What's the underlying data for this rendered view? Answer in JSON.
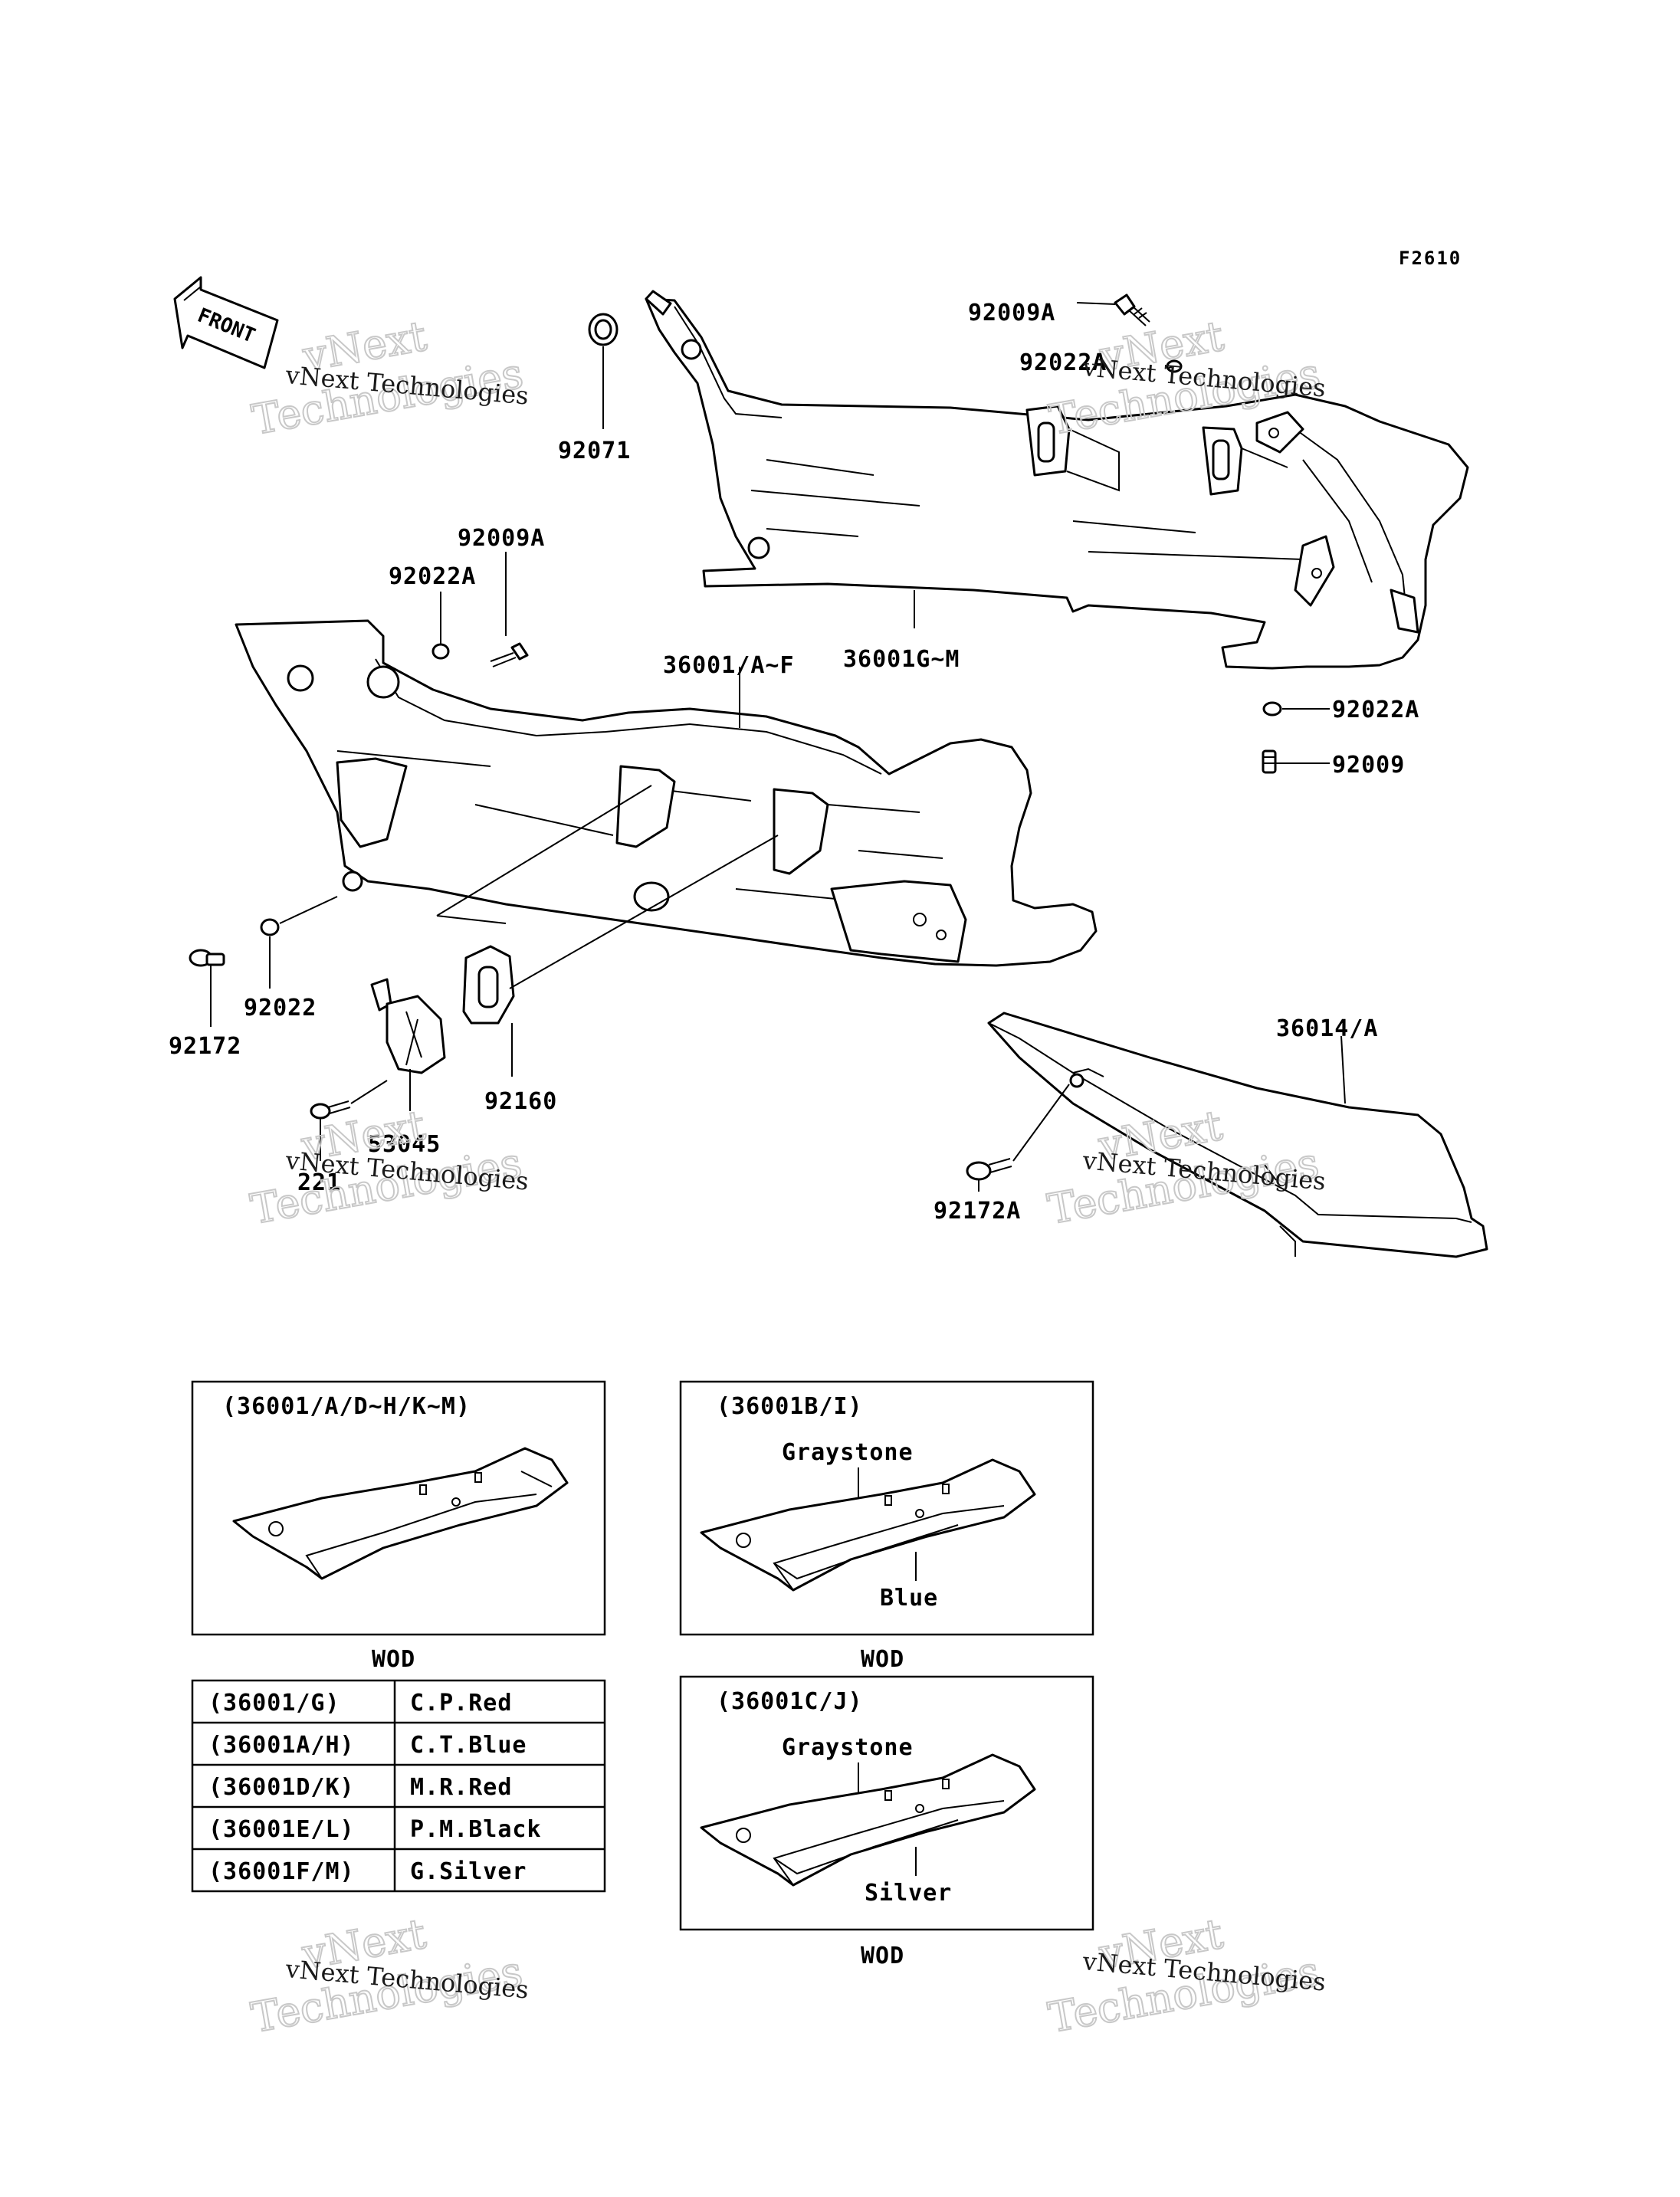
{
  "figure_code": "F2610",
  "front_label": "FRONT",
  "watermark": {
    "line1": "vNext",
    "line2": "Technologies",
    "caption": "vNext Technologies"
  },
  "callouts": {
    "c_92009A_top": "92009A",
    "c_92022A_top": "92022A",
    "c_92071": "92071",
    "c_92009A_mid": "92009A",
    "c_92022A_mid": "92022A",
    "c_36001_AF": "36001/A~F",
    "c_36001_GM": "36001G~M",
    "c_92022A_right": "92022A",
    "c_92009": "92009",
    "c_92022": "92022",
    "c_92172": "92172",
    "c_92160": "92160",
    "c_53045": "53045",
    "c_221": "221",
    "c_36014A": "36014/A",
    "c_92172A": "92172A"
  },
  "inset_boxes": {
    "box1": {
      "title": "(36001/A/D~H/K~M)",
      "footer": "WOD"
    },
    "box2": {
      "title": "(36001B/I)",
      "upper_label": "Graystone",
      "lower_label": "Blue",
      "footer": "WOD"
    },
    "box3": {
      "title": "(36001C/J)",
      "upper_label": "Graystone",
      "lower_label": "Silver",
      "footer": "WOD"
    }
  },
  "color_table": {
    "rows": [
      {
        "code": "(36001/G)",
        "color": "C.P.Red"
      },
      {
        "code": "(36001A/H)",
        "color": "C.T.Blue"
      },
      {
        "code": "(36001D/K)",
        "color": "M.R.Red"
      },
      {
        "code": "(36001E/L)",
        "color": "P.M.Black"
      },
      {
        "code": "(36001F/M)",
        "color": "G.Silver"
      }
    ]
  }
}
